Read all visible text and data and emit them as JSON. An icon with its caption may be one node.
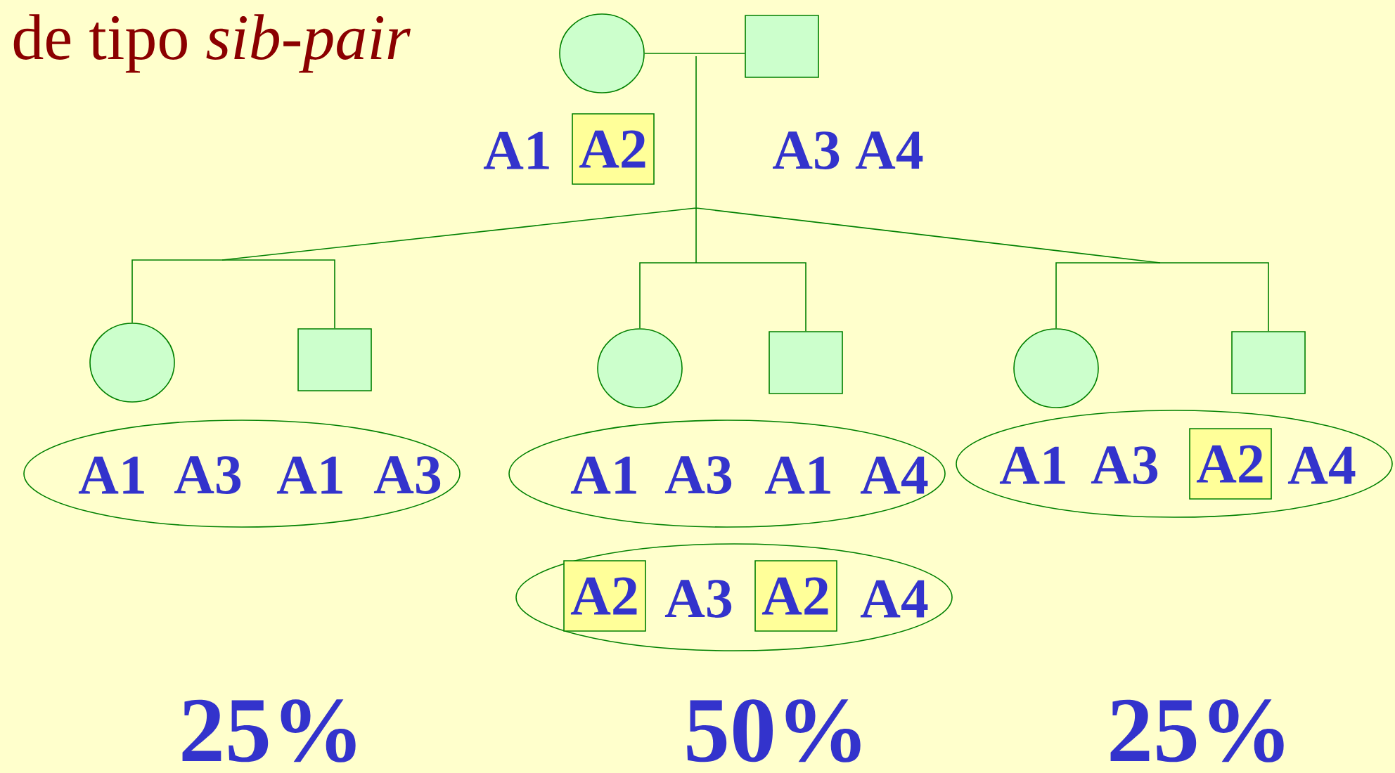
{
  "diagram": {
    "title": "de tipo *sib-pair*",
    "nodes": [
      {
        "text": [],
        "shape": "circle"
      },
      {
        "text": [],
        "shape": "box"
      },
      {
        "text": [
          "A2"
        ]
      },
      {
        "text": [],
        "shape": "circle"
      },
      {
        "text": [],
        "shape": "box"
      },
      {
        "text": [],
        "shape": "circle"
      },
      {
        "text": [],
        "shape": "box"
      },
      {
        "text": [],
        "shape": "circle"
      },
      {
        "text": [],
        "shape": "box"
      },
      {
        "text": [
          "A1",
          "A3",
          "A1",
          "A3"
        ]
      },
      {
        "text": [
          "A1",
          "A3",
          "A1",
          "A4"
        ]
      },
      {
        "text": [
          "A1",
          "A3",
          "A4"
        ]
      },
      {
        "text": [
          "A2"
        ],
        "in": 11
      },
      {
        "text": [
          "A3",
          "A4"
        ]
      },
      {
        "text": [
          "A2"
        ],
        "in": 13
      },
      {
        "text": [
          "A2"
        ],
        "in": 13
      }
    ],
    "edges": [
      {
        "from": 0,
        "to": 1,
        "arrow": "none"
      },
      {
        "from": 3,
        "to": 4,
        "arrow": "none"
      },
      {
        "from": 5,
        "to": 6,
        "arrow": "none"
      },
      {
        "from": 7,
        "to": 8,
        "arrow": "none"
      }
    ],
    "labels": [
      "A1",
      "A3 A4",
      "25%",
      "50%",
      "25%"
    ]
  }
}
